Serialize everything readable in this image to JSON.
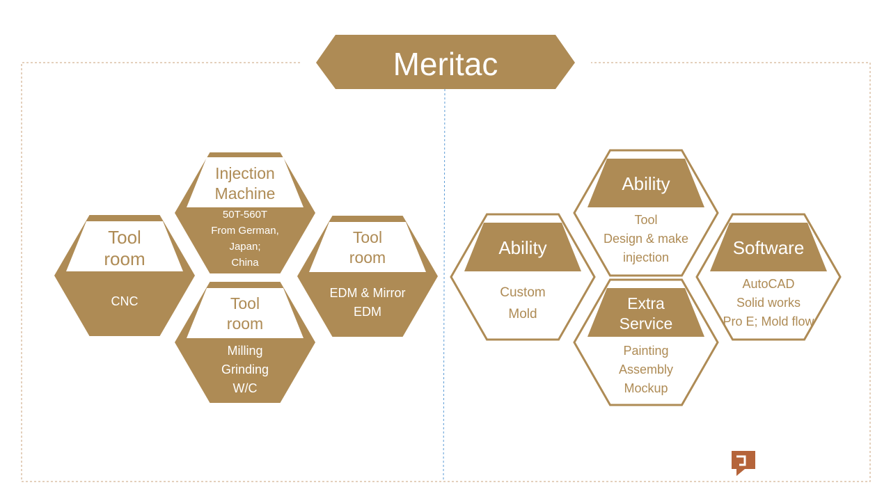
{
  "colors": {
    "gold": "#AE8B55",
    "white": "#FFFFFF",
    "frame": "#C9A07A",
    "divider": "#5B9BD5",
    "logo": "#B5643A"
  },
  "title": "Meritac",
  "left": [
    {
      "head": [
        "Tool",
        "room"
      ],
      "body": [
        "CNC"
      ]
    },
    {
      "head": [
        "Injection",
        "Machine"
      ],
      "body": [
        "50T-560T",
        "From German,",
        "Japan;",
        "China"
      ]
    },
    {
      "head": [
        "Tool",
        "room"
      ],
      "body": [
        "EDM & Mirror",
        "EDM"
      ]
    },
    {
      "head": [
        "Tool",
        "room"
      ],
      "body": [
        "Milling",
        "Grinding",
        "W/C"
      ]
    }
  ],
  "right": [
    {
      "head": [
        "Ability"
      ],
      "body": [
        "Custom",
        "Mold"
      ]
    },
    {
      "head": [
        "Ability"
      ],
      "body": [
        "Tool",
        "Design & make",
        "injection"
      ]
    },
    {
      "head": [
        "Software"
      ],
      "body": [
        "AutoCAD",
        "Solid works",
        "Pro E; Mold flow"
      ]
    },
    {
      "head": [
        "Extra",
        "Service"
      ],
      "body": [
        "Painting",
        "Assembly",
        "Mockup"
      ]
    }
  ],
  "logo_icon": "brand-logo-icon"
}
